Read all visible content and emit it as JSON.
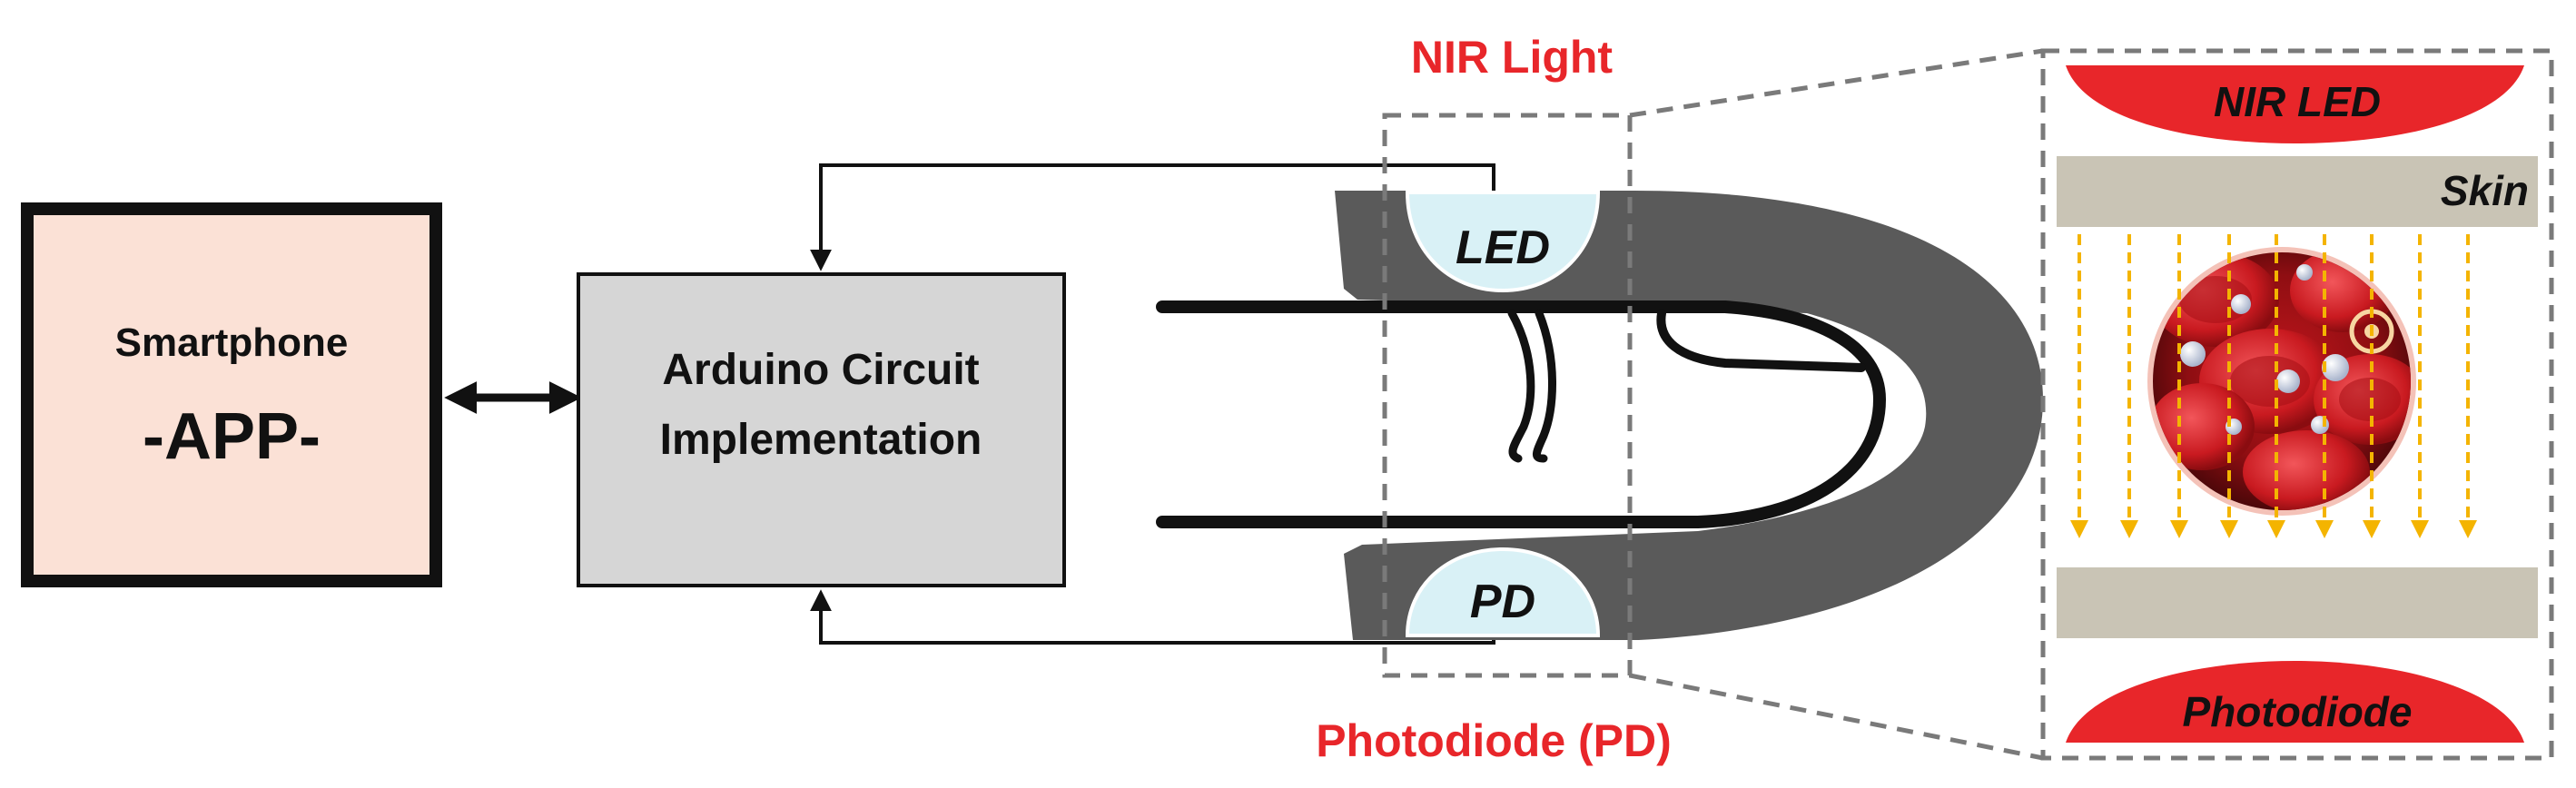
{
  "smartphone": {
    "title": "Smartphone",
    "subtitle": "-APP-"
  },
  "arduino": {
    "line1": "Arduino Circuit",
    "line2": "Implementation"
  },
  "finger": {
    "led_label": "LED",
    "pd_label": "PD"
  },
  "callouts": {
    "nir_light": "NIR Light",
    "photodiode_pd": "Photodiode (PD)"
  },
  "zoom_panel": {
    "nir_led": "NIR LED",
    "skin": "Skin",
    "photodiode": "Photodiode"
  },
  "colors": {
    "smartphone_fill": "#fbe1d6",
    "arduino_fill": "#d6d6d6",
    "finger_fill": "#5a5a5a",
    "sensor_fill": "#d9f1f6",
    "accent_red": "#e8262a",
    "skin_band": "#c9c4b5",
    "arrow_yellow": "#f4b400"
  }
}
